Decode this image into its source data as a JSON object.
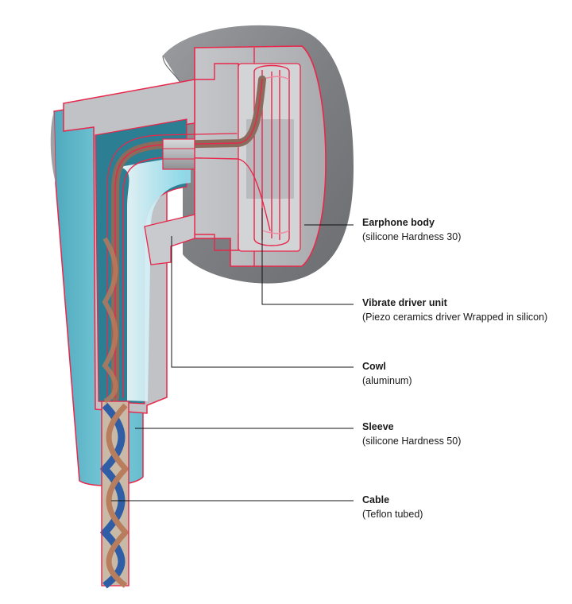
{
  "callouts": {
    "earphone_body": {
      "title": "Earphone body",
      "detail": "(silicone Hardness 30)"
    },
    "driver_unit": {
      "title": "Vibrate driver unit",
      "detail": "(Piezo ceramics driver Wrapped in silicon)"
    },
    "cowl": {
      "title": "Cowl",
      "detail": "(aluminum)"
    },
    "sleeve": {
      "title": "Sleeve",
      "detail": " (silicone Hardness 50)"
    },
    "cable": {
      "title": "Cable",
      "detail": "(Teflon tubed)"
    }
  },
  "colors": {
    "silicone_body": "#8f9194",
    "cowl_cut": "#b5b7ba",
    "sleeve": "#6ec3d3",
    "cut_edge": "#e8274b",
    "cable_blue": "#2f5da6",
    "cable_copper": "#b87d5d",
    "leader_line": "#111111"
  }
}
